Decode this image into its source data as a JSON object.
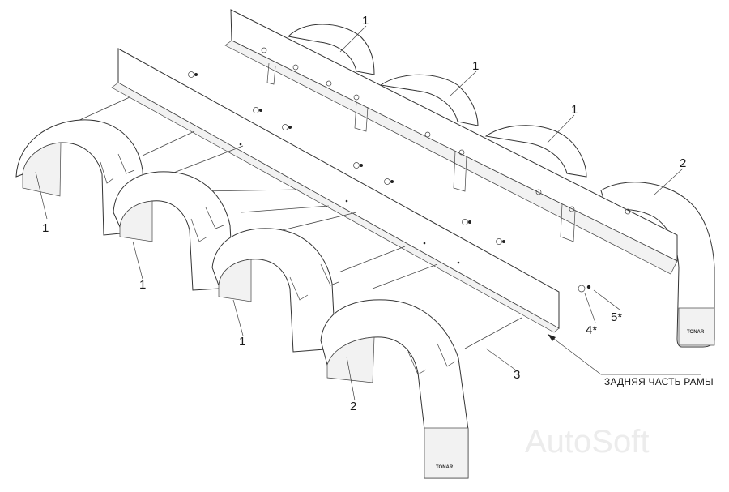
{
  "labels": {
    "p1_a": "1",
    "p1_b": "1",
    "p1_c": "1",
    "p1_d": "1",
    "p1_e": "1",
    "p1_f": "1",
    "p2_a": "2",
    "p2_b": "2",
    "p3": "3",
    "p4": "4*",
    "p5": "5*"
  },
  "frame_caption": "ЗАДНЯЯ ЧАСТЬ РАМЫ",
  "fender_mark": "TONAR",
  "watermark": "AutoSoft"
}
